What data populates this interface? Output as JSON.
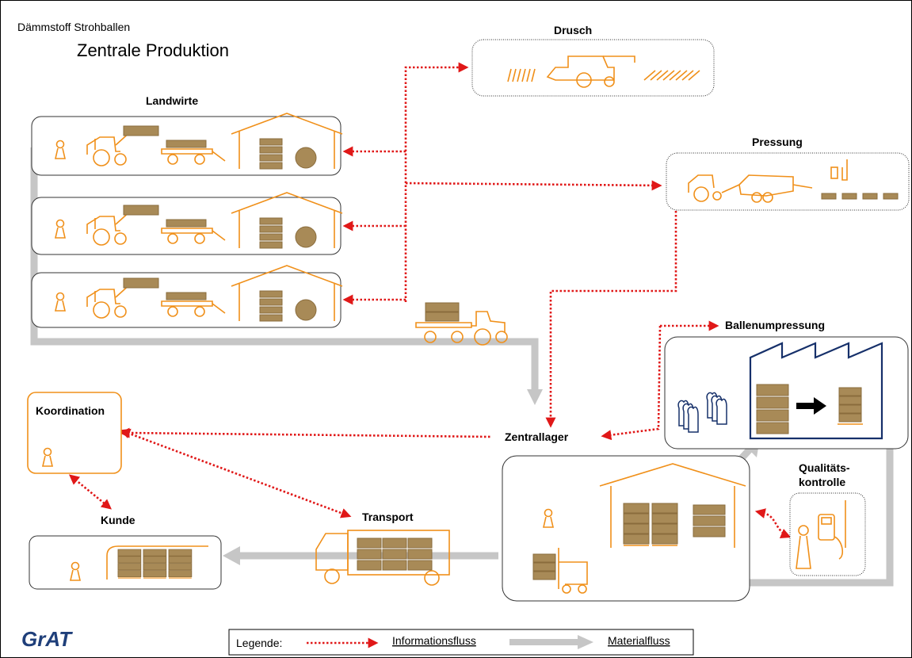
{
  "header": {
    "subtitle": "Dämmstoff Strohballen",
    "title": "Zentrale Produktion"
  },
  "nodes": {
    "drusch": "Drusch",
    "landwirte": "Landwirte",
    "pressung": "Pressung",
    "ballenumpressung": "Ballenumpressung",
    "koordination": "Koordination",
    "zentrallager": "Zentrallager",
    "qualitaet_line1": "Qualitäts-",
    "qualitaet_line2": "kontrolle",
    "kunde": "Kunde",
    "transport": "Transport"
  },
  "logo": "GrAT",
  "legend": {
    "label": "Legende:",
    "info": "Informationsfluss",
    "material": "Materialfluss"
  },
  "colors": {
    "info_flow": "#e01818",
    "material_flow": "#c6c6c6",
    "icons": "#f0901a",
    "factory": "#16306a",
    "bale": "#a88a57"
  }
}
